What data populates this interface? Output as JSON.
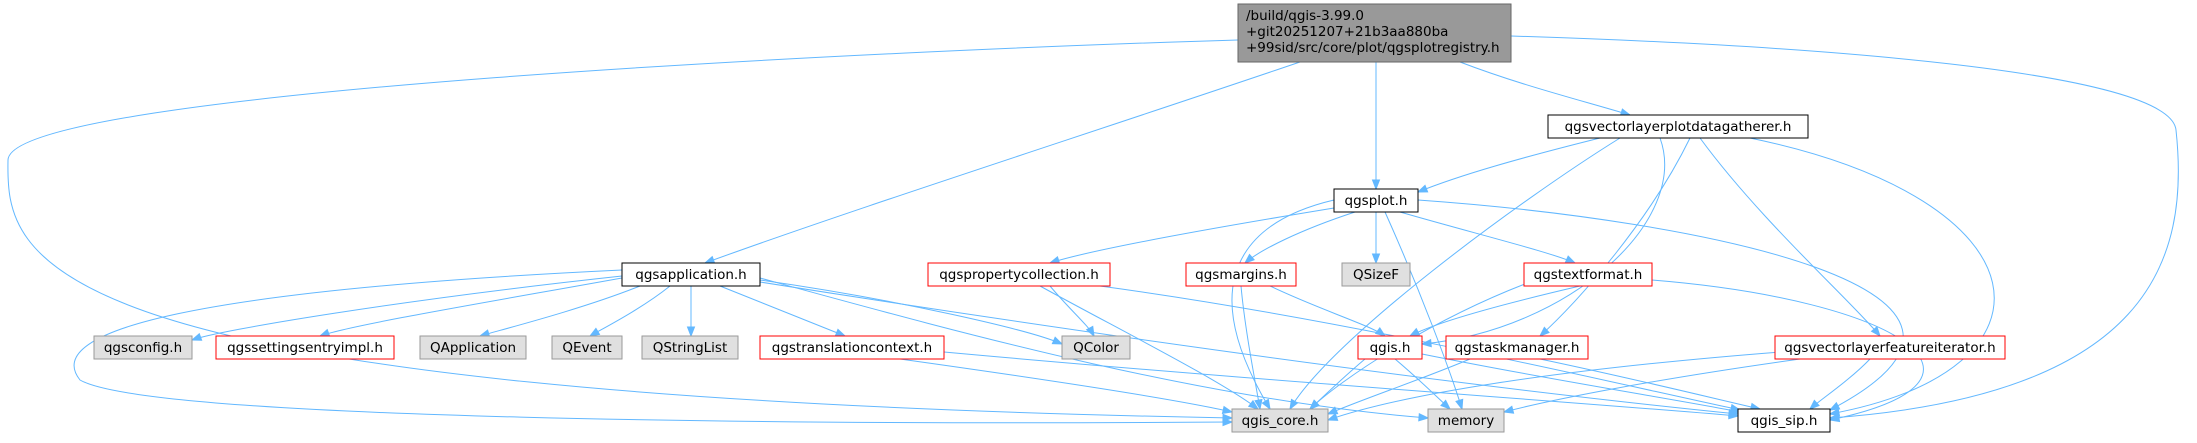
{
  "colors": {
    "root_fill": "#999999",
    "plain_fill": "#ffffff",
    "plain_stroke": "#000000",
    "incomplete_stroke": "#ff0000",
    "external_fill": "#e0e0e0",
    "external_stroke": "#999999",
    "edge": "#63b8ff"
  },
  "nodes": {
    "root": {
      "lines": [
        "/build/qgis-3.99.0",
        "+git20251207+21b3aa880ba",
        "+99sid/src/core/plot/qgsplotregistry.h"
      ]
    },
    "qgsvectorlayerplotdatagatherer": {
      "label": "qgsvectorlayerplotdatagatherer.h"
    },
    "qgsplot": {
      "label": "qgsplot.h"
    },
    "qgsapplication": {
      "label": "qgsapplication.h"
    },
    "qgspropertycollection": {
      "label": "qgspropertycollection.h"
    },
    "qgsmargins": {
      "label": "qgsmargins.h"
    },
    "qsizef": {
      "label": "QSizeF"
    },
    "qgstextformat": {
      "label": "qgstextformat.h"
    },
    "qgsconfig": {
      "label": "qgsconfig.h"
    },
    "qgssettingsentryimpl": {
      "label": "qgssettingsentryimpl.h"
    },
    "qapplication": {
      "label": "QApplication"
    },
    "qevent": {
      "label": "QEvent"
    },
    "qstringlist": {
      "label": "QStringList"
    },
    "qgstranslationcontext": {
      "label": "qgstranslationcontext.h"
    },
    "qcolor": {
      "label": "QColor"
    },
    "qgis": {
      "label": "qgis.h"
    },
    "qgstaskmanager": {
      "label": "qgstaskmanager.h"
    },
    "qgsvectorlayerfeatureiterator": {
      "label": "qgsvectorlayerfeatureiterator.h"
    },
    "qgis_core": {
      "label": "qgis_core.h"
    },
    "memory": {
      "label": "memory"
    },
    "qgis_sip": {
      "label": "qgis_sip.h"
    }
  }
}
